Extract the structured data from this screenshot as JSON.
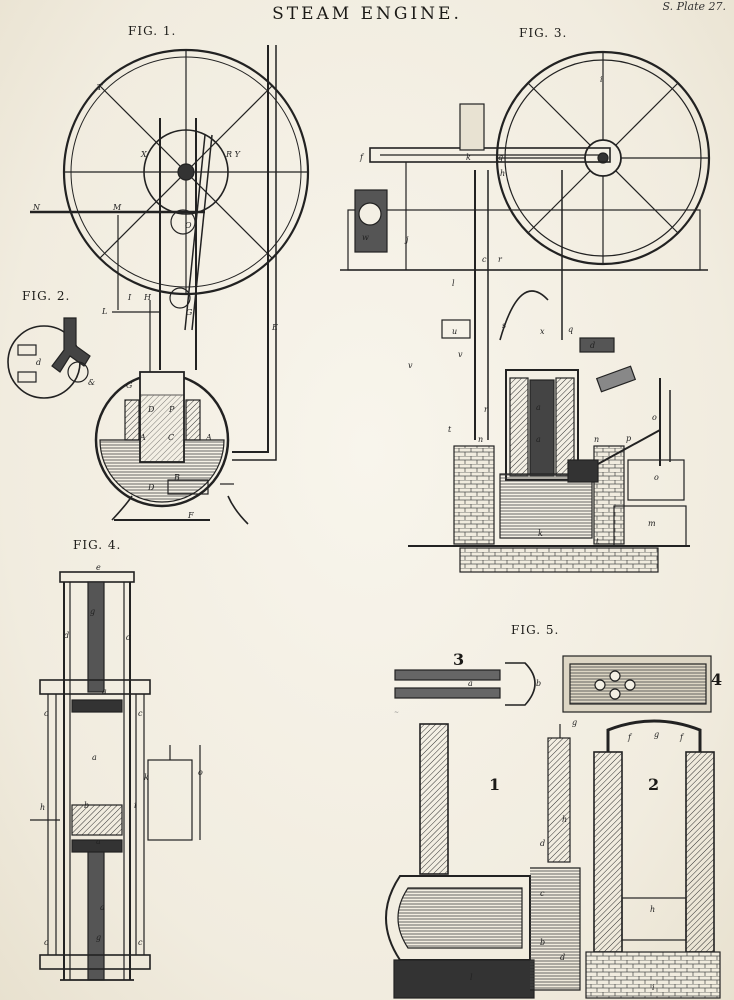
{
  "plate": {
    "title": "STEAM ENGINE.",
    "plate_number": "S. Plate 27."
  },
  "figures": {
    "fig1": "FIG. 1.",
    "fig2": "FIG. 2.",
    "fig3": "FIG. 3.",
    "fig4": "FIG. 4.",
    "fig5": "FIG. 5."
  },
  "fig5_sublabels": {
    "one": "1",
    "two": "2",
    "three": "3",
    "four": "4"
  }
}
